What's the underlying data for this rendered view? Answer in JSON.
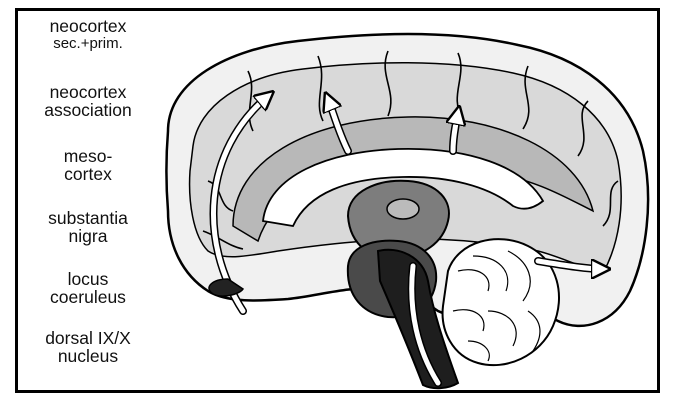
{
  "legend": [
    {
      "line1": "neocortex",
      "line2": "sec.+prim."
    },
    {
      "line1": "neocortex",
      "line2": "association"
    },
    {
      "line1": "meso-",
      "line2": "cortex"
    },
    {
      "line1": "substantia",
      "line2": "nigra"
    },
    {
      "line1": "locus",
      "line2": "coeruleus"
    },
    {
      "line1": "dorsal IX/X",
      "line2": "nucleus"
    }
  ],
  "colors": {
    "border": "#000000",
    "neocortex_primary": "#f1f1f1",
    "neocortex_association": "#d9d9d9",
    "mesocortex": "#b8b8b8",
    "substantia_nigra": "#7d7d7d",
    "locus_coeruleus": "#4a4a4a",
    "dorsal_nucleus": "#1e1e1e"
  }
}
